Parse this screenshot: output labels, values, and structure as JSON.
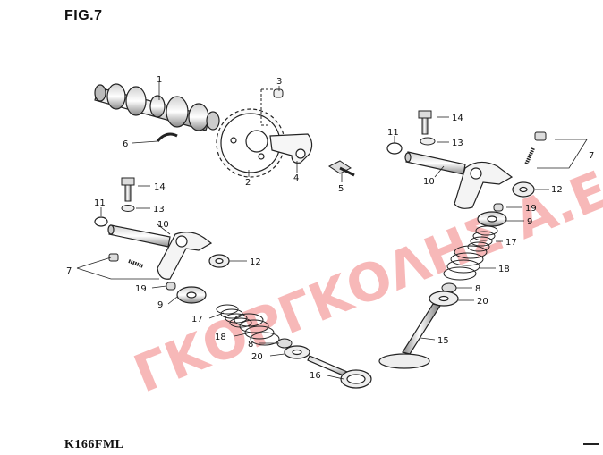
{
  "figure": {
    "title": "FIG.7",
    "model": "K166FML"
  },
  "watermark": {
    "text": "ΓΚΟΡΓΚΟΛΗΣ Α.Ε.",
    "color": "#f4a0a0"
  },
  "callouts": [
    "1",
    "2",
    "3",
    "4",
    "5",
    "6",
    "7",
    "7",
    "8",
    "8",
    "9",
    "9",
    "10",
    "10",
    "11",
    "11",
    "12",
    "12",
    "13",
    "13",
    "14",
    "14",
    "15",
    "16",
    "17",
    "17",
    "18",
    "18",
    "19",
    "19",
    "20",
    "20"
  ],
  "colors": {
    "line": "#222222",
    "fill": "#f2f2f2",
    "shade": "#9a9a9a"
  }
}
